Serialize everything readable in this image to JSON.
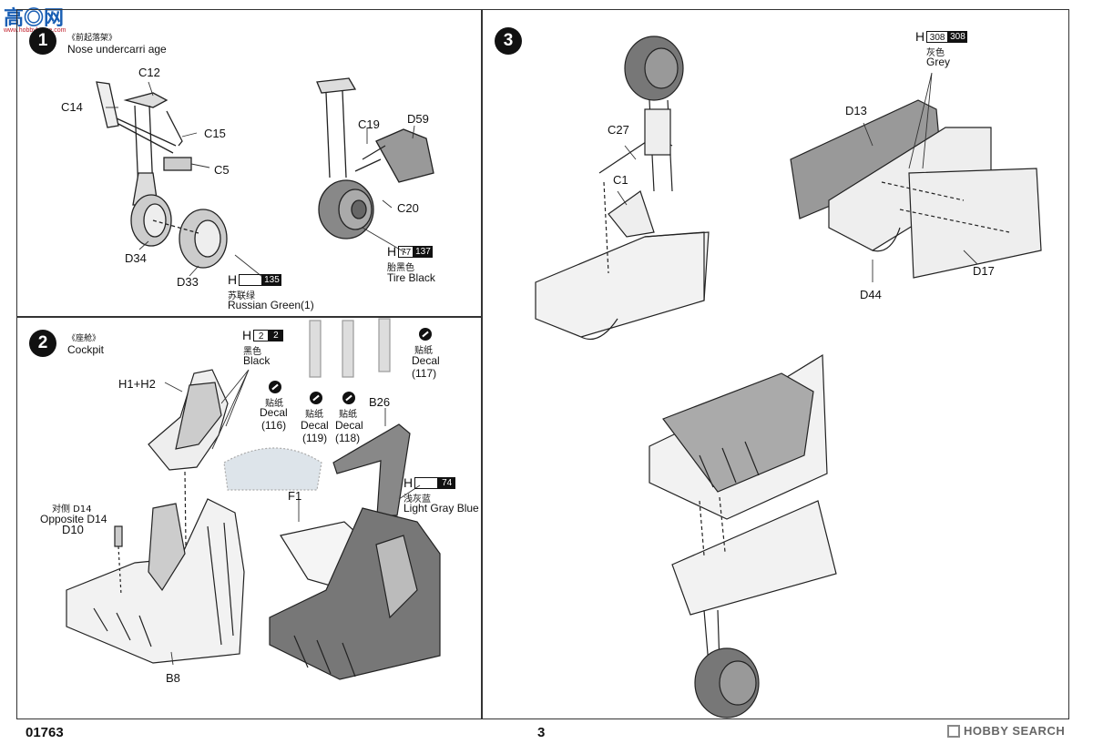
{
  "watermark_top": {
    "chars": "高◎网",
    "url": "www.hobbyhome.com"
  },
  "step1": {
    "num": "1",
    "title_cn": "《前起落架》",
    "title_en": "Nose undercarri age",
    "parts": [
      "C12",
      "C14",
      "C15",
      "C5",
      "D34",
      "D33",
      "C19",
      "D59",
      "C20"
    ],
    "color1": {
      "letter": "H",
      "code": "135",
      "cn": "苏联绿",
      "en": "Russian Green(1)"
    },
    "color2": {
      "letter": "H",
      "code_a": "77",
      "code_b": "137",
      "cn": "胎黑色",
      "en": "Tire Black"
    }
  },
  "step2": {
    "num": "2",
    "title_cn": "《座舱》",
    "title_en": "Cockpit",
    "black": {
      "letter": "H",
      "code_a": "2",
      "code_b": "2",
      "cn": "黑色",
      "en": "Black"
    },
    "h1h2": "H1+H2",
    "decal_word_cn": "贴纸",
    "decal_word_en": "Decal",
    "decal116": "(116)",
    "decal119": "(119)",
    "decal118": "(118)",
    "decal117": "(117)",
    "b26": "B26",
    "f1": "F1",
    "lightgray": {
      "letter": "H",
      "code": "74",
      "cn": "浅灰蓝",
      "en": "Light Gray Blue"
    },
    "opposite_cn": "对侧 D14",
    "opposite_en": "Opposite D14",
    "d10": "D10",
    "b8": "B8"
  },
  "step3": {
    "num": "3",
    "c27": "C27",
    "c1": "C1",
    "grey": {
      "letter": "H",
      "code_a": "308",
      "code_b": "308",
      "cn": "灰色",
      "en": "Grey"
    },
    "d13": "D13",
    "d44": "D44",
    "d17": "D17"
  },
  "footer": {
    "model": "01763",
    "page": "3",
    "watermark": "HOBBY SEARCH"
  }
}
